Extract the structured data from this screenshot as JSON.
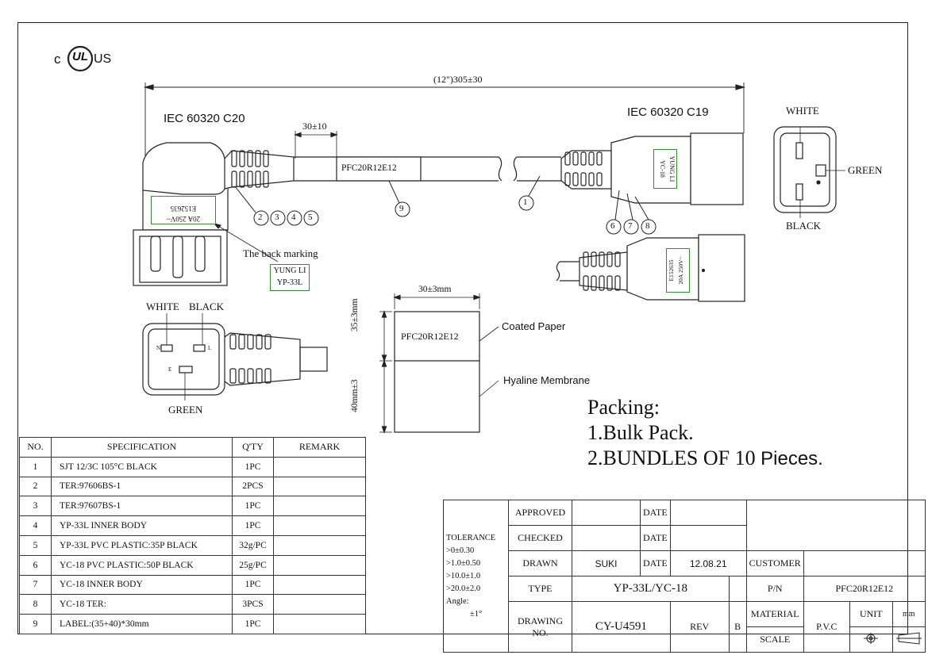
{
  "certification": {
    "prefix": "c",
    "mark": "UL",
    "suffix": "US"
  },
  "dimensions": {
    "overall_length": "(12\")305±30",
    "label_offset": "30±10",
    "label_width": "30±3mm",
    "coated_height": "35±3mm",
    "membrane_height": "40mm±3"
  },
  "connectors": {
    "left_title": "IEC 60320 C20",
    "right_title": "IEC 60320 C19",
    "left_marking_line1": "20A 250V~",
    "left_marking_line2": "E152635",
    "right_marking_line1": "YUNG LI",
    "right_marking_line2": "YC-18",
    "back_right_marking_line1": "E152635",
    "back_right_marking_line2": "20A 250V~",
    "back_marking_label": "The back marking",
    "back_marking_box_line1": "YUNG LI",
    "back_marking_box_line2": "YP-33L",
    "cable_label": "PFC20R12E12"
  },
  "callouts": {
    "c1": "1",
    "c2": "2",
    "c3": "3",
    "c4": "4",
    "c5": "5",
    "c6": "6",
    "c7": "7",
    "c8": "8",
    "c9": "9"
  },
  "wiring": {
    "c19_white": "WHITE",
    "c19_green": "GREEN",
    "c19_black": "BLACK",
    "c20_white": "WHITE",
    "c20_black": "BLACK",
    "c20_green": "GREEN",
    "pin_n": "N",
    "pin_l": "L",
    "pin_e": "E"
  },
  "label_detail": {
    "text": "PFC20R12E12",
    "coated": "Coated Paper",
    "membrane": "Hyaline Membrane"
  },
  "packing": {
    "title": "Packing:",
    "line1": "1.Bulk Pack.",
    "line2_a": "2.BUNDLES OF 10",
    "line2_b": "Pieces."
  },
  "spec_table": {
    "headers": [
      "NO.",
      "SPECIFICATION",
      "Q'TY",
      "REMARK"
    ],
    "rows": [
      {
        "no": "1",
        "spec": "SJT 12/3C 105°C BLACK",
        "qty": "1PC",
        "remark": ""
      },
      {
        "no": "2",
        "spec": "TER:97606BS-1",
        "qty": "2PCS",
        "remark": ""
      },
      {
        "no": "3",
        "spec": "TER:97607BS-1",
        "qty": "1PC",
        "remark": ""
      },
      {
        "no": "4",
        "spec": "YP-33L INNER BODY",
        "qty": "1PC",
        "remark": ""
      },
      {
        "no": "5",
        "spec": "YP-33L PVC PLASTIC:35P BLACK",
        "qty": "32g/PC",
        "remark": ""
      },
      {
        "no": "6",
        "spec": "YC-18 PVC PLASTIC:50P BLACK",
        "qty": "25g/PC",
        "remark": ""
      },
      {
        "no": "7",
        "spec": "YC-18 INNER BODY",
        "qty": "1PC",
        "remark": ""
      },
      {
        "no": "8",
        "spec": "YC-18 TER:",
        "qty": "3PCS",
        "remark": ""
      },
      {
        "no": "9",
        "spec": "LABEL:(35+40)*30mm",
        "qty": "1PC",
        "remark": ""
      }
    ]
  },
  "title_block": {
    "tolerance_lines": [
      "TOLERANCE",
      ">0±0.30",
      ">1.0±0.50",
      ">10.0±1.0",
      ">20.0±2.0",
      "Angle:",
      "±1°"
    ],
    "approved": "APPROVED",
    "checked": "CHECKED",
    "drawn": "DRAWN",
    "drawn_by": "SUKI",
    "date_label": "DATE",
    "date_value": "12.08.21",
    "type_label": "TYPE",
    "type_value": "YP-33L/YC-18",
    "drawing_no_label": "DRAWING NO.",
    "drawing_no_value": "CY-U4591",
    "rev_label": "REV",
    "rev_value": "B",
    "customer_label": "CUSTOMER",
    "pn_label": "P/N",
    "pn_value": "PFC20R12E12",
    "material_label": "MATERIAL",
    "material_value": "P.V.C",
    "unit_label": "UNIT",
    "unit_value": "mm",
    "scale_label": "SCALE"
  }
}
